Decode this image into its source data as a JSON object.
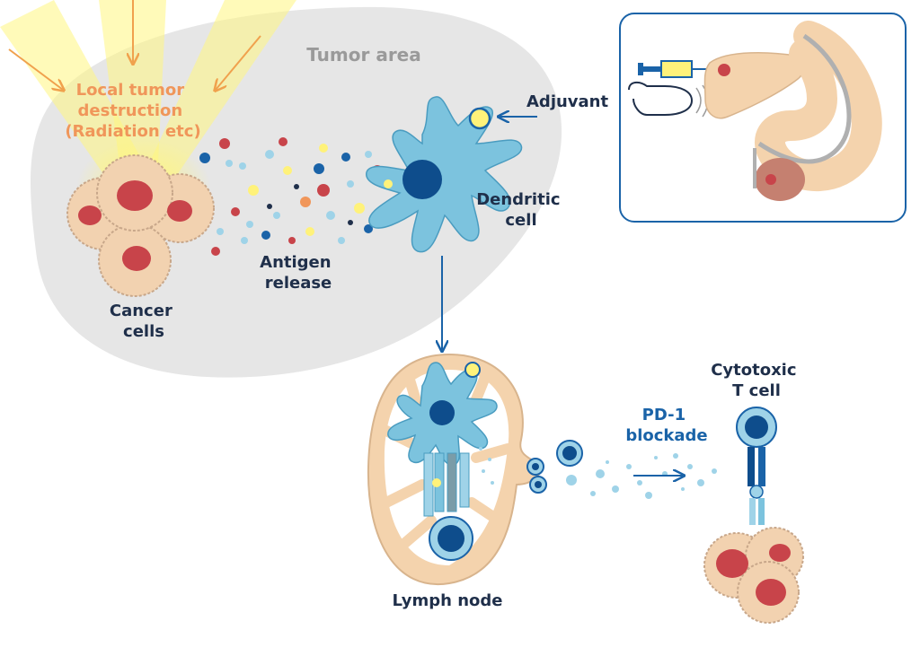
{
  "labels": {
    "tumor_area": "Tumor area",
    "local_destruction": [
      "Local tumor",
      "destruction",
      "(Radiation etc)"
    ],
    "cancer_cells": [
      "Cancer",
      "cells"
    ],
    "antigen_release": [
      "Antigen",
      "release"
    ],
    "dendritic_cell": [
      "Dendritic",
      "cell"
    ],
    "adjuvant": "Adjuvant",
    "lymph_node": "Lymph node",
    "pd1_blockade": [
      "PD-1",
      "blockade"
    ],
    "cytotoxic_t_cell": [
      "Cytotoxic",
      "T cell"
    ]
  },
  "colors": {
    "tumor_area": "#e6e6e6",
    "cancer_cell": "#f2d2b0",
    "cancer_nucleus": "#c8444a",
    "dendritic_cell": "#7cc3de",
    "dendritic_nucleus": "#0e4d8c",
    "arrow": "#1a63a8",
    "radiation": "#fff27a",
    "radiation_arrow": "#f0a14d",
    "organ": "#f4d3ad"
  },
  "icons": {
    "syringe": "syringe-icon",
    "ultrasound_probe": "ultrasound-probe-icon",
    "liver": "liver-icon",
    "stomach": "stomach-icon",
    "pancreas_tumor": "pancreas-tumor-icon"
  }
}
